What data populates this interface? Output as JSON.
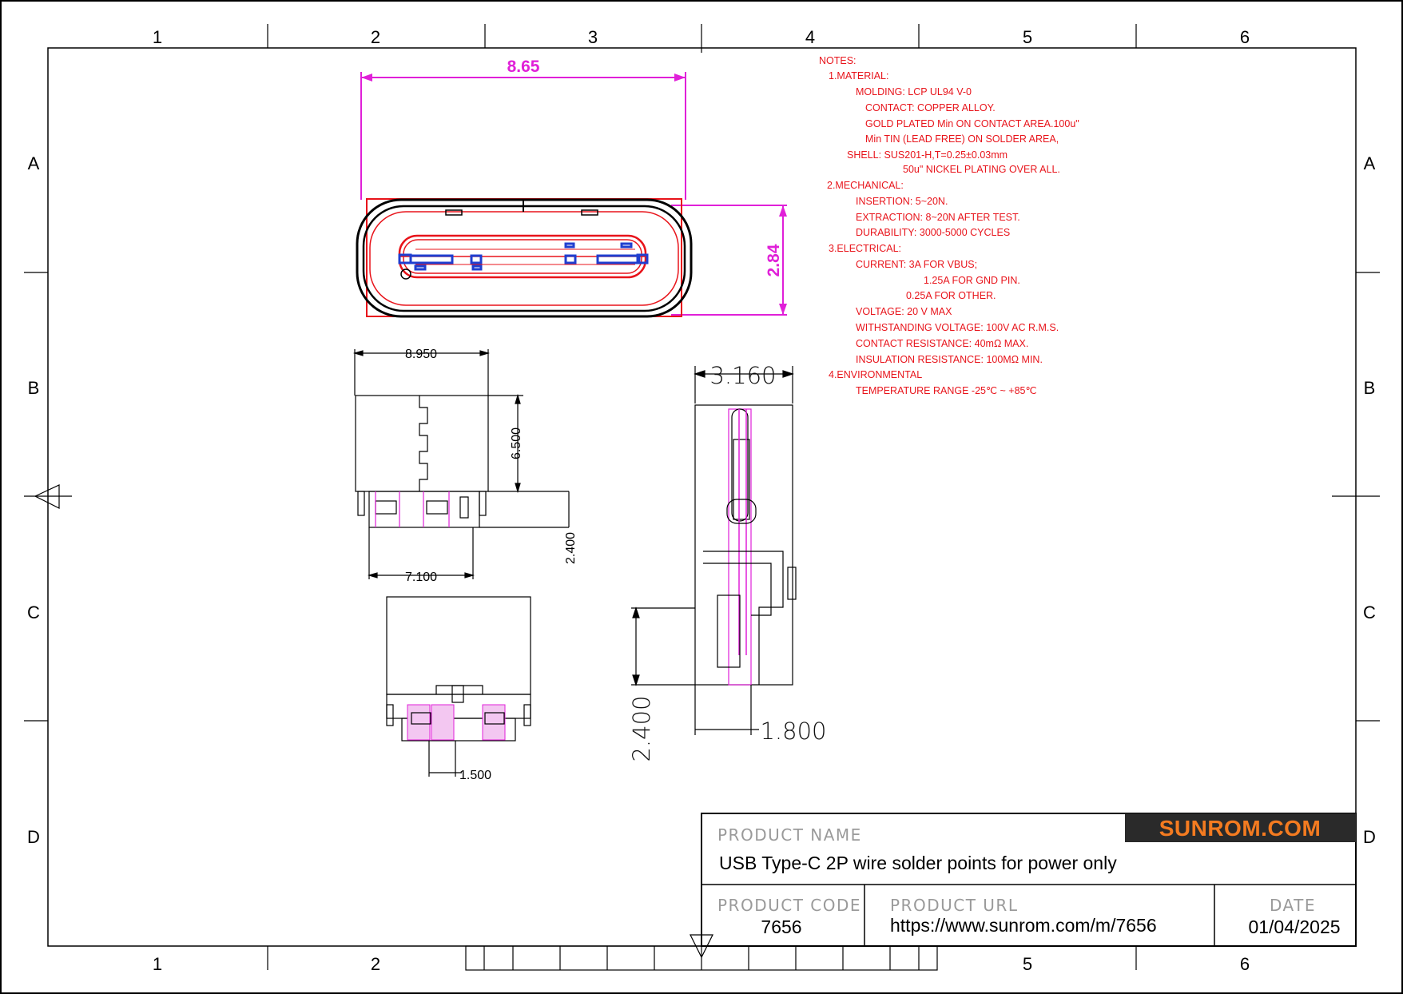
{
  "frame": {
    "columns": [
      "1",
      "2",
      "3",
      "4",
      "5",
      "6"
    ],
    "rows": [
      "A",
      "B",
      "C",
      "D"
    ]
  },
  "front_view": {
    "width_dim": "8.65",
    "height_dim": "2.84"
  },
  "top_view": {
    "width_dim": "8.950",
    "height_dim": "6.500",
    "lead_dim": "2.400",
    "pitch_dim": "7.100"
  },
  "side_view": {
    "width_dim": "3.160",
    "height_dim": "2.400",
    "lead_dim": "1.800"
  },
  "bottom_view": {
    "pad_dim": "1.500"
  },
  "notes": [
    {
      "text": "NOTES:",
      "indent": 0
    },
    {
      "text": "1.MATERIAL:",
      "indent": 1
    },
    {
      "text": "MOLDING: LCP UL94 V-0",
      "indent": 3
    },
    {
      "text": "CONTACT: COPPER ALLOY.",
      "indent": 4
    },
    {
      "text": "GOLD PLATED Min ON CONTACT AREA.100u\"",
      "indent": 4
    },
    {
      "text": "Min TIN (LEAD FREE) ON SOLDER AREA,",
      "indent": 4
    },
    {
      "text": "SHELL: SUS201-H,T=0.25±0.03mm",
      "indent": 2
    },
    {
      "text": "50u\" NICKEL PLATING OVER ALL.",
      "indent": 5
    },
    {
      "text": "2.MECHANICAL:",
      "indent": 1
    },
    {
      "text": "INSERTION: 5~20N.",
      "indent": 3
    },
    {
      "text": "EXTRACTION: 8~20N AFTER TEST.",
      "indent": 3
    },
    {
      "text": "DURABILITY: 3000-5000 CYCLES",
      "indent": 3
    },
    {
      "text": "3.ELECTRICAL:",
      "indent": 1
    },
    {
      "text": "CURRENT: 3A FOR VBUS;",
      "indent": 3
    },
    {
      "text": "1.25A FOR GND PIN.",
      "indent": 6
    },
    {
      "text": "0.25A FOR OTHER.",
      "indent": 5
    },
    {
      "text": "VOLTAGE: 20 V MAX",
      "indent": 3
    },
    {
      "text": "WITHSTANDING VOLTAGE: 100V AC R.M.S.",
      "indent": 3
    },
    {
      "text": "CONTACT RESISTANCE: 40mΩ MAX.",
      "indent": 3
    },
    {
      "text": "INSULATION RESISTANCE: 100MΩ MIN.",
      "indent": 3
    },
    {
      "text": "4.ENVIRONMENTAL",
      "indent": 1
    },
    {
      "text": "TEMPERATURE RANGE -25℃ ~ +85℃",
      "indent": 3
    }
  ],
  "title_block": {
    "brand": "SUNROM.COM",
    "brand_color": "#f47b20",
    "product_name_label": "PRODUCT NAME",
    "product_name": "USB Type-C 2P wire solder points for power only",
    "product_code_label": "PRODUCT CODE",
    "product_code": "7656",
    "product_url_label": "PRODUCT URL",
    "product_url": "https://www.sunrom.com/m/7656",
    "date_label": "DATE",
    "date": "01/04/2025"
  },
  "colors": {
    "dimension_magenta": "#e020d8",
    "contour_red": "#e8141b",
    "contact_blue": "#1f3fd0"
  }
}
